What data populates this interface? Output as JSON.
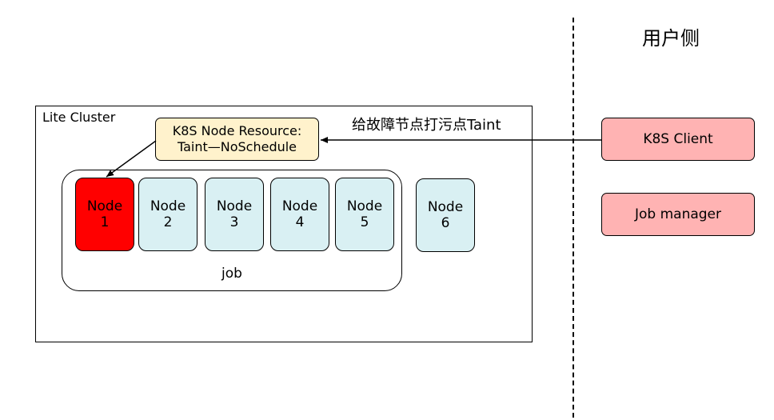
{
  "user_side_title": "用户侧",
  "cluster": {
    "label": "Lite Cluster",
    "taint_annotation": "给故障节点打污点Taint",
    "resource_box": {
      "line1": "K8S Node Resource:",
      "line2": "Taint—NoSchedule"
    },
    "job_label": "job",
    "nodes": [
      {
        "label": "Node",
        "number": "1",
        "state": "faulty"
      },
      {
        "label": "Node",
        "number": "2",
        "state": "normal"
      },
      {
        "label": "Node",
        "number": "3",
        "state": "normal"
      },
      {
        "label": "Node",
        "number": "4",
        "state": "normal"
      },
      {
        "label": "Node",
        "number": "5",
        "state": "normal"
      },
      {
        "label": "Node",
        "number": "6",
        "state": "normal"
      }
    ]
  },
  "user_side": {
    "k8s_client": "K8S Client",
    "job_manager": "Job manager"
  },
  "colors": {
    "faulty_node": "#ff0000",
    "normal_node": "#d9f0f3",
    "resource_box": "#fff2cc",
    "user_side_box": "#ffb3b3"
  }
}
